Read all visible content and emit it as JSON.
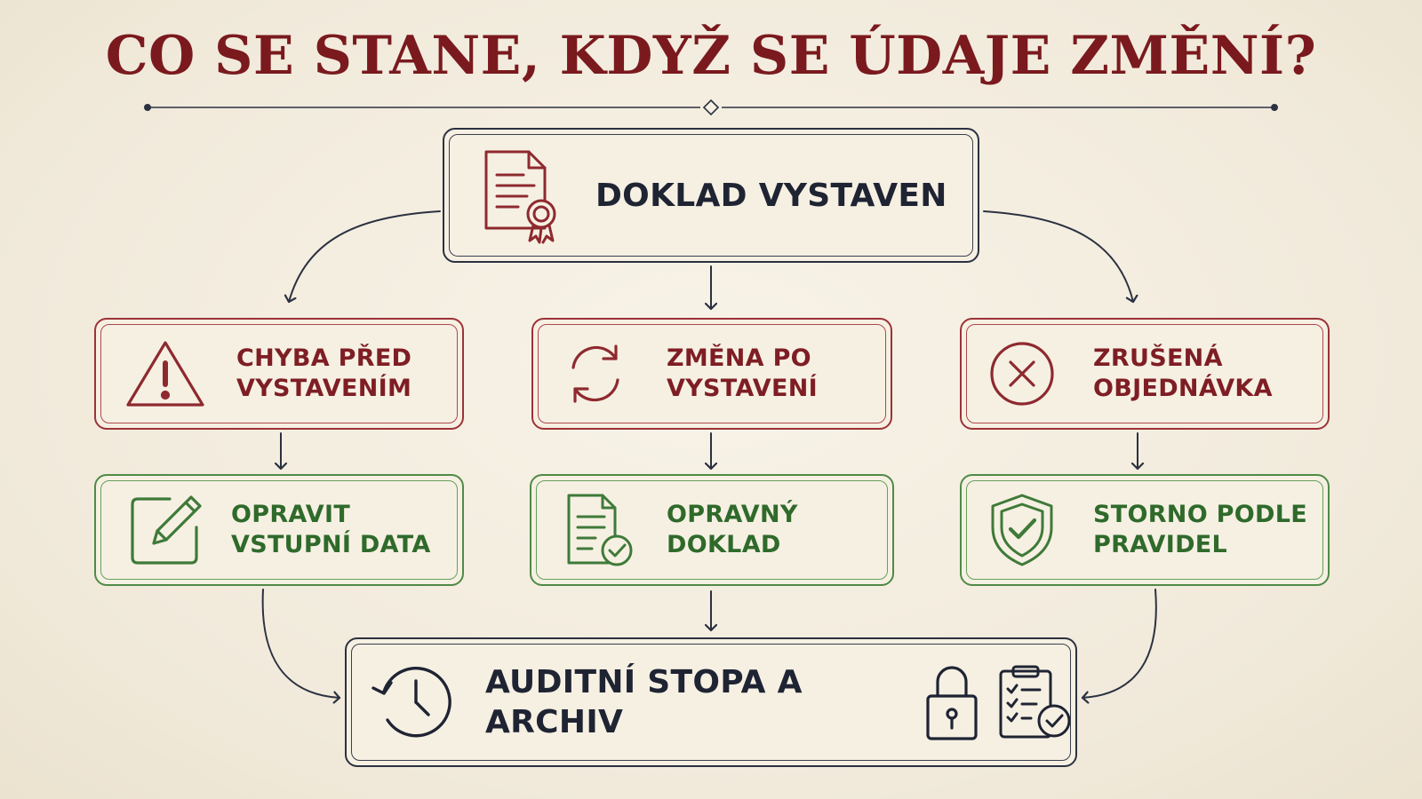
{
  "title": "CO SE STANE, KDYŽ SE ÚDAJE ZMĚNÍ?",
  "colors": {
    "title": "#7a1a1e",
    "navy": "#1f2433",
    "red": "#8e2a2f",
    "green": "#3f7a38",
    "background": "#f4eee0"
  },
  "top_node": {
    "label": "DOKLAD VYSTAVEN",
    "icon": "document-certificate-icon"
  },
  "branches": [
    {
      "situation": {
        "line1": "CHYBA PŘED",
        "line2": "VYSTAVENÍM",
        "icon": "warning-triangle-icon"
      },
      "action": {
        "line1": "OPRAVIT",
        "line2": "VSTUPNÍ DATA",
        "icon": "edit-pencil-icon"
      }
    },
    {
      "situation": {
        "line1": "ZMĚNA PO",
        "line2": "VYSTAVENÍ",
        "icon": "refresh-cycle-icon"
      },
      "action": {
        "line1": "OPRAVNÝ",
        "line2": "DOKLAD",
        "icon": "document-check-icon"
      }
    },
    {
      "situation": {
        "line1": "ZRUŠENÁ",
        "line2": "OBJEDNÁVKA",
        "icon": "cancel-circle-icon"
      },
      "action": {
        "line1": "STORNO PODLE",
        "line2": "PRAVIDEL",
        "icon": "shield-check-icon"
      }
    }
  ],
  "bottom_node": {
    "label": "AUDITNÍ STOPA A ARCHIV",
    "icons": [
      "history-clock-icon",
      "padlock-icon",
      "checklist-clipboard-icon"
    ]
  }
}
